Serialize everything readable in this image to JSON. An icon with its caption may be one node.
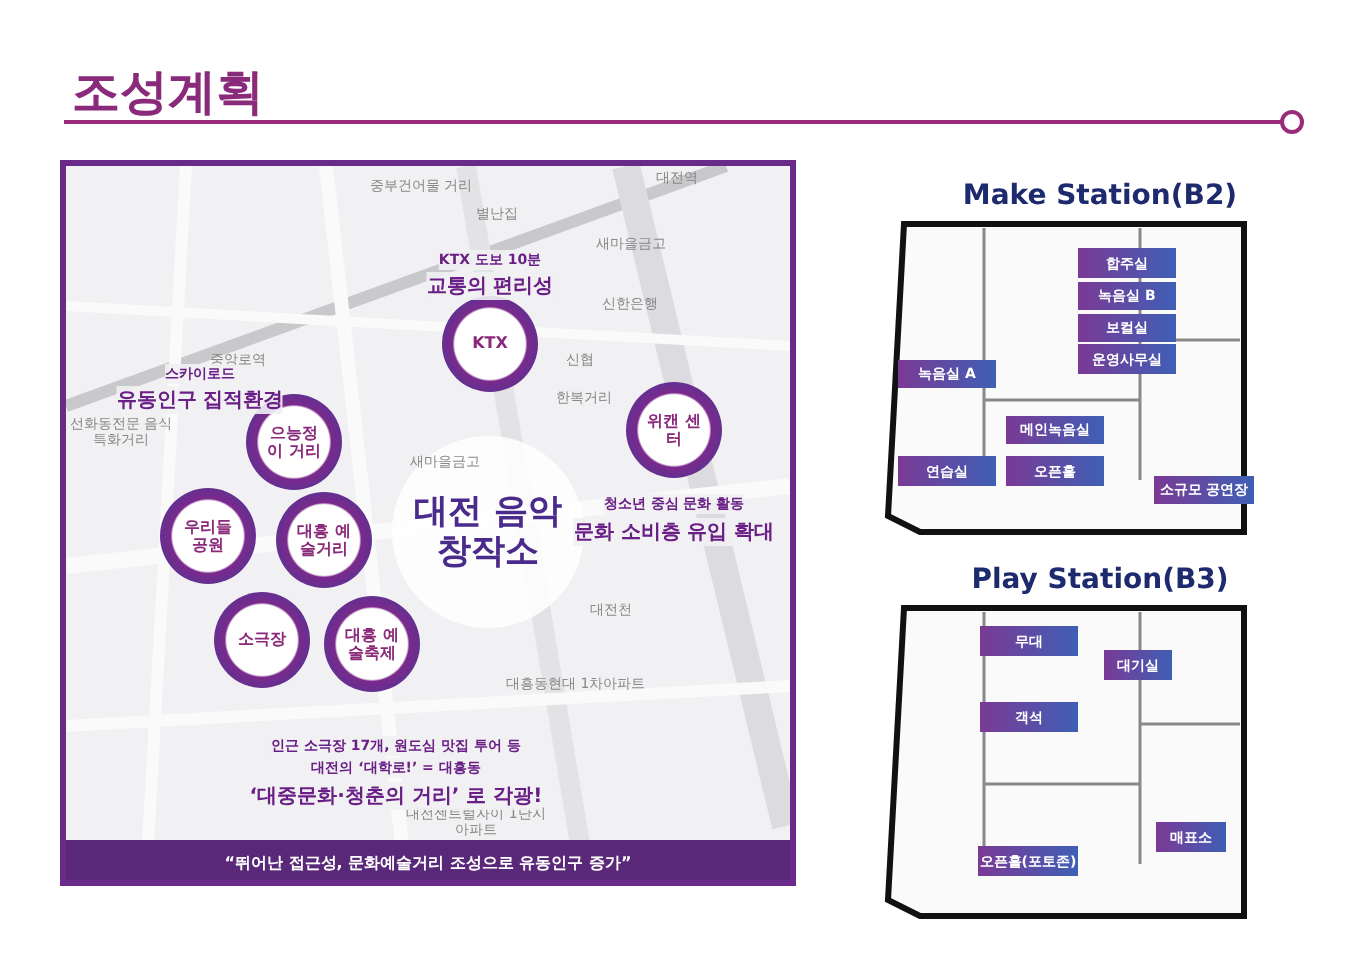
{
  "diagram": {
    "title": "조성계획",
    "nodes": [
      {
        "text": [
          "대전 음악창작소"
        ]
      },
      {
        "text": [
          "KTX"
        ],
        "beside": [
          "KTX 도보 10분",
          "교통의 편리성"
        ]
      },
      {
        "text": [
          "으능정이 거리"
        ],
        "beside": [
          "스카이로드",
          "유동인구 집적환경"
        ]
      },
      {
        "text": [
          "위캔 센터"
        ],
        "beside": [
          "청소년 중심 문화 활동",
          "문화 소비층 유입 확대"
        ]
      },
      {
        "text": [
          "우리들 공원"
        ]
      },
      {
        "text": [
          "대흥 예술거리"
        ]
      },
      {
        "text": [
          "소극장"
        ]
      },
      {
        "text": [
          "대흥 예술축제"
        ]
      },
      {
        "text": [
          "Make Station(B2)"
        ]
      },
      {
        "text": [
          "합주실"
        ],
        "in": 8
      },
      {
        "text": [
          "녹음실 B"
        ],
        "in": 8
      },
      {
        "text": [
          "보컬실"
        ],
        "in": 8
      },
      {
        "text": [
          "운영사무실"
        ],
        "in": 8
      },
      {
        "text": [
          "녹음실 A"
        ],
        "in": 8
      },
      {
        "text": [
          "메인녹음실"
        ],
        "in": 8
      },
      {
        "text": [
          "연습실"
        ],
        "in": 8
      },
      {
        "text": [
          "오픈홀"
        ],
        "in": 8
      },
      {
        "text": [
          "소규모 공연장"
        ],
        "in": 8
      },
      {
        "text": [
          "Play Station(B3)"
        ]
      },
      {
        "text": [
          "무대"
        ],
        "in": 18
      },
      {
        "text": [
          "대기실"
        ],
        "in": 18
      },
      {
        "text": [
          "객석"
        ],
        "in": 18
      },
      {
        "text": [
          "매표소"
        ],
        "in": 18
      },
      {
        "text": [
          "오픈홀(포토존)"
        ],
        "in": 18
      }
    ],
    "edges": [],
    "labels": [
      "대전역",
      "중부건어물 거리",
      "별난집",
      "새마을금고",
      "신한은행",
      "중앙로역",
      "선화동전문 음식특화거리",
      "신협",
      "한복거리",
      "새마을금고",
      "대전천",
      "대흥동현대 1차아파트",
      "대전센트럴자이 1단지아파트",
      "인근 소극장 17개, 원도심 맛집 투어 등",
      "대전의 ‘대학로!’ = 대흥동",
      "‘대중문화·청춘의 거리’ 로 각광!",
      "“뛰어난 접근성, 문화예술거리 조성으로 유동인구 증가”"
    ]
  }
}
